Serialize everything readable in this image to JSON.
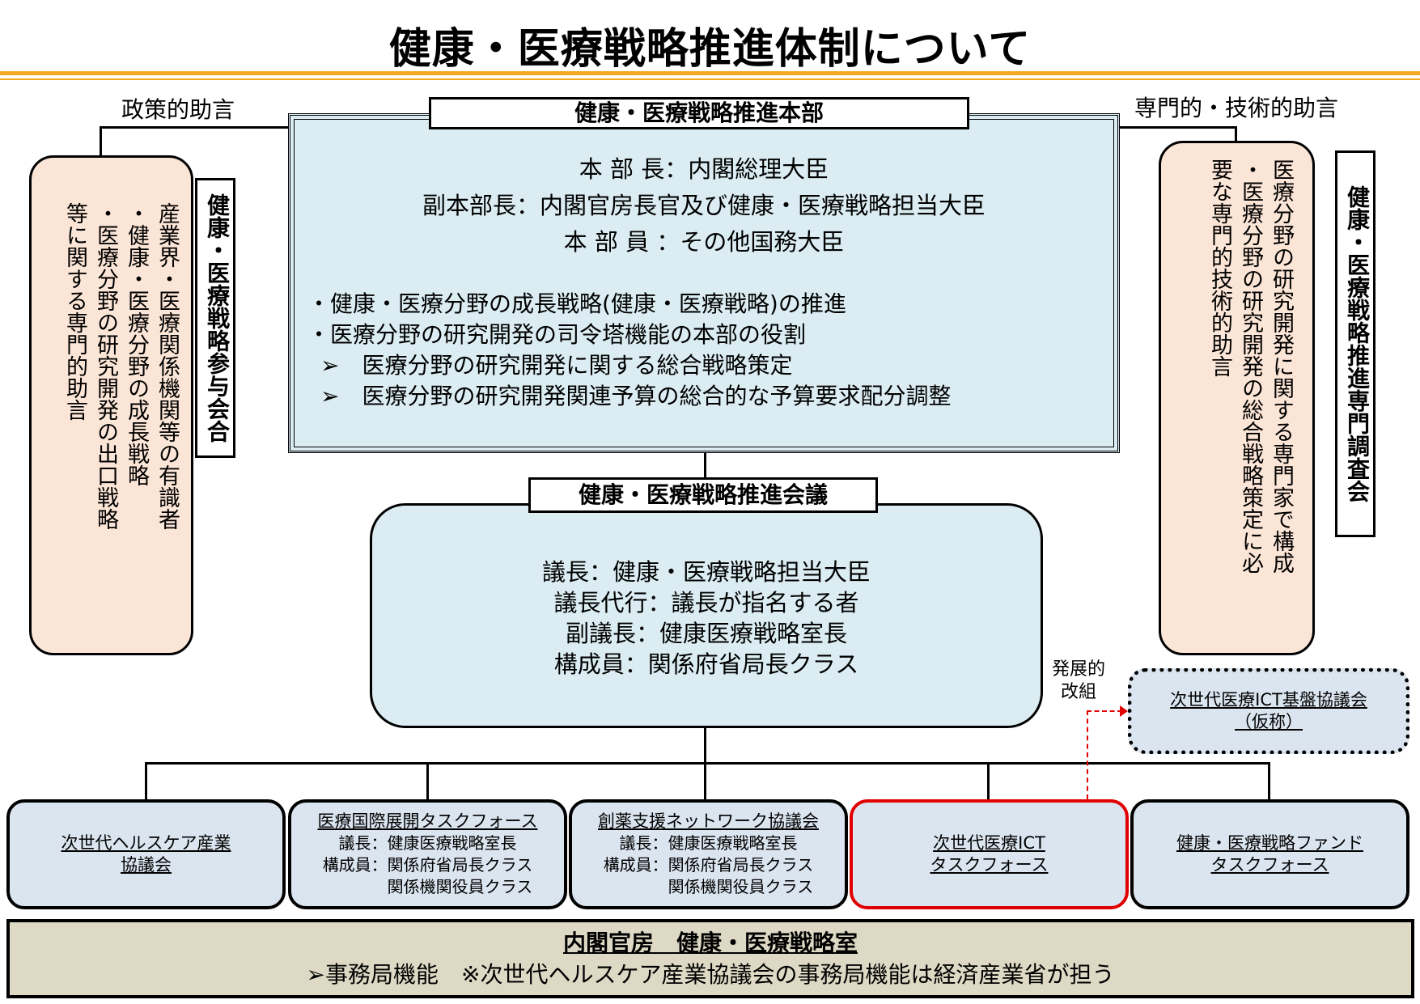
{
  "title": "健康・医療戦略推進体制について",
  "labels": {
    "policy_advice": "政策的助言",
    "technical_advice": "専門的・技術的助言",
    "reorg_1": "発展的",
    "reorg_2": "改組"
  },
  "headquarters": {
    "title": "健康・医療戦略推進本部",
    "members": [
      "本 部 長：内閣総理大臣",
      "副本部長：内閣官房長官及び健康・医療戦略担当大臣",
      "本 部 員 ：その他国務大臣"
    ],
    "roles": [
      "・健康・医療分野の成長戦略(健康・医療戦略)の推進",
      "・医療分野の研究開発の司令塔機能の本部の役割"
    ],
    "sub_roles": [
      "➢　医療分野の研究開発に関する総合戦略策定",
      "➢　医療分野の研究開発関連予算の総合的な予算要求配分調整"
    ]
  },
  "left_panel": {
    "title": "健康・医療戦略参与会合",
    "lines": [
      "産業界・医療関係機関等の有識者",
      "・健康・医療分野の成長戦略",
      "・医療分野の研究開発の出口戦略",
      "等に関する専門的助言"
    ]
  },
  "right_panel": {
    "title": "健康・医療戦略推進専門調査会",
    "lines": [
      "医療分野の研究開発に関する専門家で構成",
      "・医療分野の研究開発の総合戦略策定に必",
      "要な専門的技術的助言"
    ]
  },
  "council": {
    "title": "健康・医療戦略推進会議",
    "members": [
      "議長：健康・医療戦略担当大臣",
      "議長代行：議長が指名する者",
      "副議長：健康医療戦略室長",
      "構成員：関係府省局長クラス"
    ]
  },
  "taskforces": [
    {
      "name": [
        "次世代ヘルスケア産業",
        "協議会"
      ],
      "details": [],
      "highlight": false
    },
    {
      "name": [
        "医療国際展開タスクフォース"
      ],
      "details": [
        "議長：健康医療戦略室長",
        "構成員：関係府省局長クラス",
        "　　　　関係機関役員クラス"
      ],
      "highlight": false
    },
    {
      "name": [
        "創薬支援ネットワーク協議会"
      ],
      "details": [
        "議長：健康医療戦略室長",
        "構成員：関係府省局長クラス",
        "　　　　関係機関役員クラス"
      ],
      "highlight": false
    },
    {
      "name": [
        "次世代医療ICT",
        "タスクフォース"
      ],
      "details": [],
      "highlight": true
    },
    {
      "name": [
        "健康・医療戦略ファンド",
        "タスクフォース"
      ],
      "details": [],
      "highlight": false
    }
  ],
  "ict_council": {
    "lines": [
      "次世代医療ICT基盤協議会",
      "（仮称）"
    ]
  },
  "secretariat": {
    "title": "内閣官房　健康・医療戦略室",
    "text": "➢事務局機能　※次世代ヘルスケア産業協議会の事務局機能は経済産業省が担う"
  },
  "colors": {
    "accent_rule": "#f5a623",
    "hq_fill": "#dbedf3",
    "side_fill": "#fbe5d6",
    "taskforce_fill": "#dbe5f0",
    "highlight_border": "#e00000",
    "secretariat_fill": "#ddd9c4"
  }
}
